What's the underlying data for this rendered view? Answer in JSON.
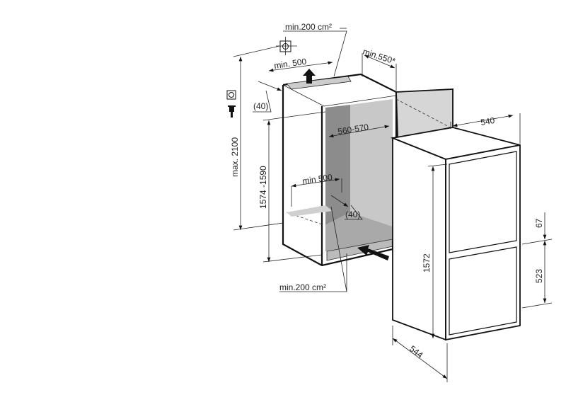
{
  "diagram": {
    "title": "Built-in refrigerator installation dimensions",
    "labels": {
      "vent_top": "min.200 cm²",
      "min_550": "min.550*",
      "min_500_top": "min. 500",
      "gap_40_top": "(40)",
      "max_2100": "max. 2100",
      "niche_height": "1574 -1590",
      "niche_depth": "560-570",
      "min_500_bottom": "min 500",
      "gap_40_bottom": "(40)",
      "vent_bottom": "min.200 cm²",
      "width_540": "540",
      "height_1572": "1572",
      "dim_67": "67",
      "dim_523": "523",
      "depth_544": "544"
    },
    "colors": {
      "line": "#111111",
      "interior_dark": "#8c8c8c",
      "interior_light": "#c8c8c8",
      "door": "#d6d6d6"
    }
  }
}
